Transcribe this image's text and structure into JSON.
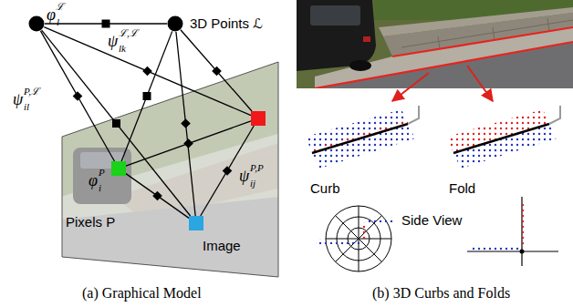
{
  "diagram": {
    "nodes": [
      {
        "text": [
          "φ",
          "l",
          "ℒ"
        ]
      },
      {
        "text": [
          "3D Points ℒ"
        ]
      },
      {
        "text": [
          "Pixels P",
          "Image"
        ]
      },
      {
        "text": [
          "φ",
          "i",
          "P"
        ],
        "in": 2
      },
      {
        "text": [],
        "in": 2
      },
      {
        "text": [],
        "in": 2
      }
    ],
    "edges": [
      {
        "from": 0,
        "to": 1,
        "arrow": "none"
      },
      {
        "from": 0,
        "to": 3,
        "arrow": "none"
      },
      {
        "from": 0,
        "to": 4,
        "arrow": "none"
      },
      {
        "from": 0,
        "to": 5,
        "arrow": "none"
      },
      {
        "from": 1,
        "to": 3,
        "arrow": "none"
      },
      {
        "from": 1,
        "to": 4,
        "arrow": "none"
      },
      {
        "from": 1,
        "to": 5,
        "arrow": "none"
      },
      {
        "from": 3,
        "to": 4,
        "arrow": "none"
      },
      {
        "from": 3,
        "to": 5,
        "arrow": "none"
      },
      {
        "from": 4,
        "to": 5,
        "arrow": "none"
      }
    ],
    "labels": [
      "ψ",
      "lk",
      "ℒ,ℒ",
      "ψ",
      "il",
      "P,ℒ",
      "ψ",
      "ij",
      "P,P",
      "Curb",
      "Fold",
      "Side View",
      "(a) Graphical Model",
      "(b) 3D Curbs and Folds"
    ]
  }
}
